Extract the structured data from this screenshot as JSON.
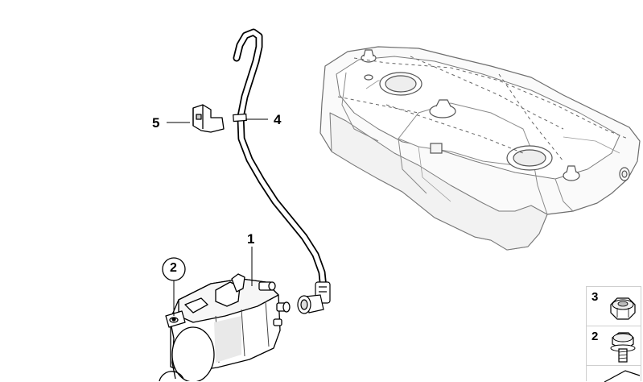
{
  "callouts": {
    "part_1": "1",
    "part_2": "2",
    "part_4": "4",
    "part_5": "5"
  },
  "legend": [
    {
      "number": "3",
      "icon": "hex-nut-icon"
    },
    {
      "number": "2",
      "icon": "hex-bolt-icon"
    }
  ],
  "colors": {
    "line": "#000000",
    "tank_outline": "#6e6e6e",
    "tank_fill": "#fafafa",
    "shade": "#e9e9e9"
  }
}
